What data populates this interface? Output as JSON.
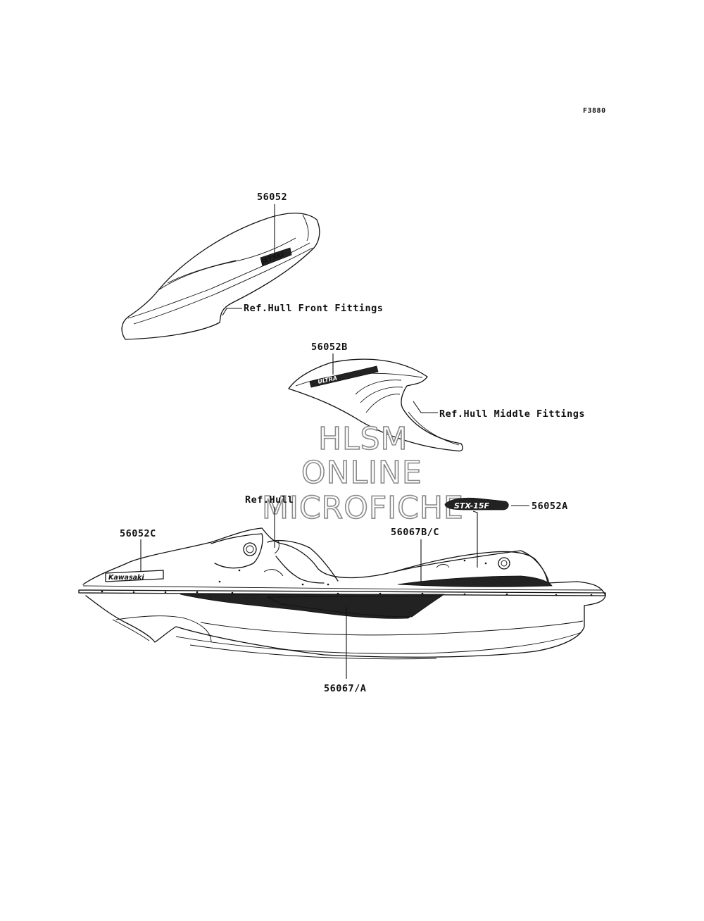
{
  "figure_code": "F3880",
  "labels": {
    "p56052": "56052",
    "hull_front": "Ref.Hull Front Fittings",
    "p56052b": "56052B",
    "hull_middle": "Ref.Hull Middle Fittings",
    "ref_hull": "Ref.Hull",
    "p56052a": "56052A",
    "p56052c": "56052C",
    "p56067bc": "56067B/C",
    "p56067a": "56067/A"
  },
  "decals": {
    "front_logo": "JETSKI",
    "middle_logo": "ULTRA",
    "side_logo": "STX-15F",
    "brand_logo": "Kawasaki"
  },
  "watermark": {
    "line1": "HLSM",
    "line2": "ONLINE",
    "line3": "MICROFICHE"
  },
  "colors": {
    "line": "#111111",
    "watermark": "#8a8a8a",
    "background": "#ffffff"
  }
}
